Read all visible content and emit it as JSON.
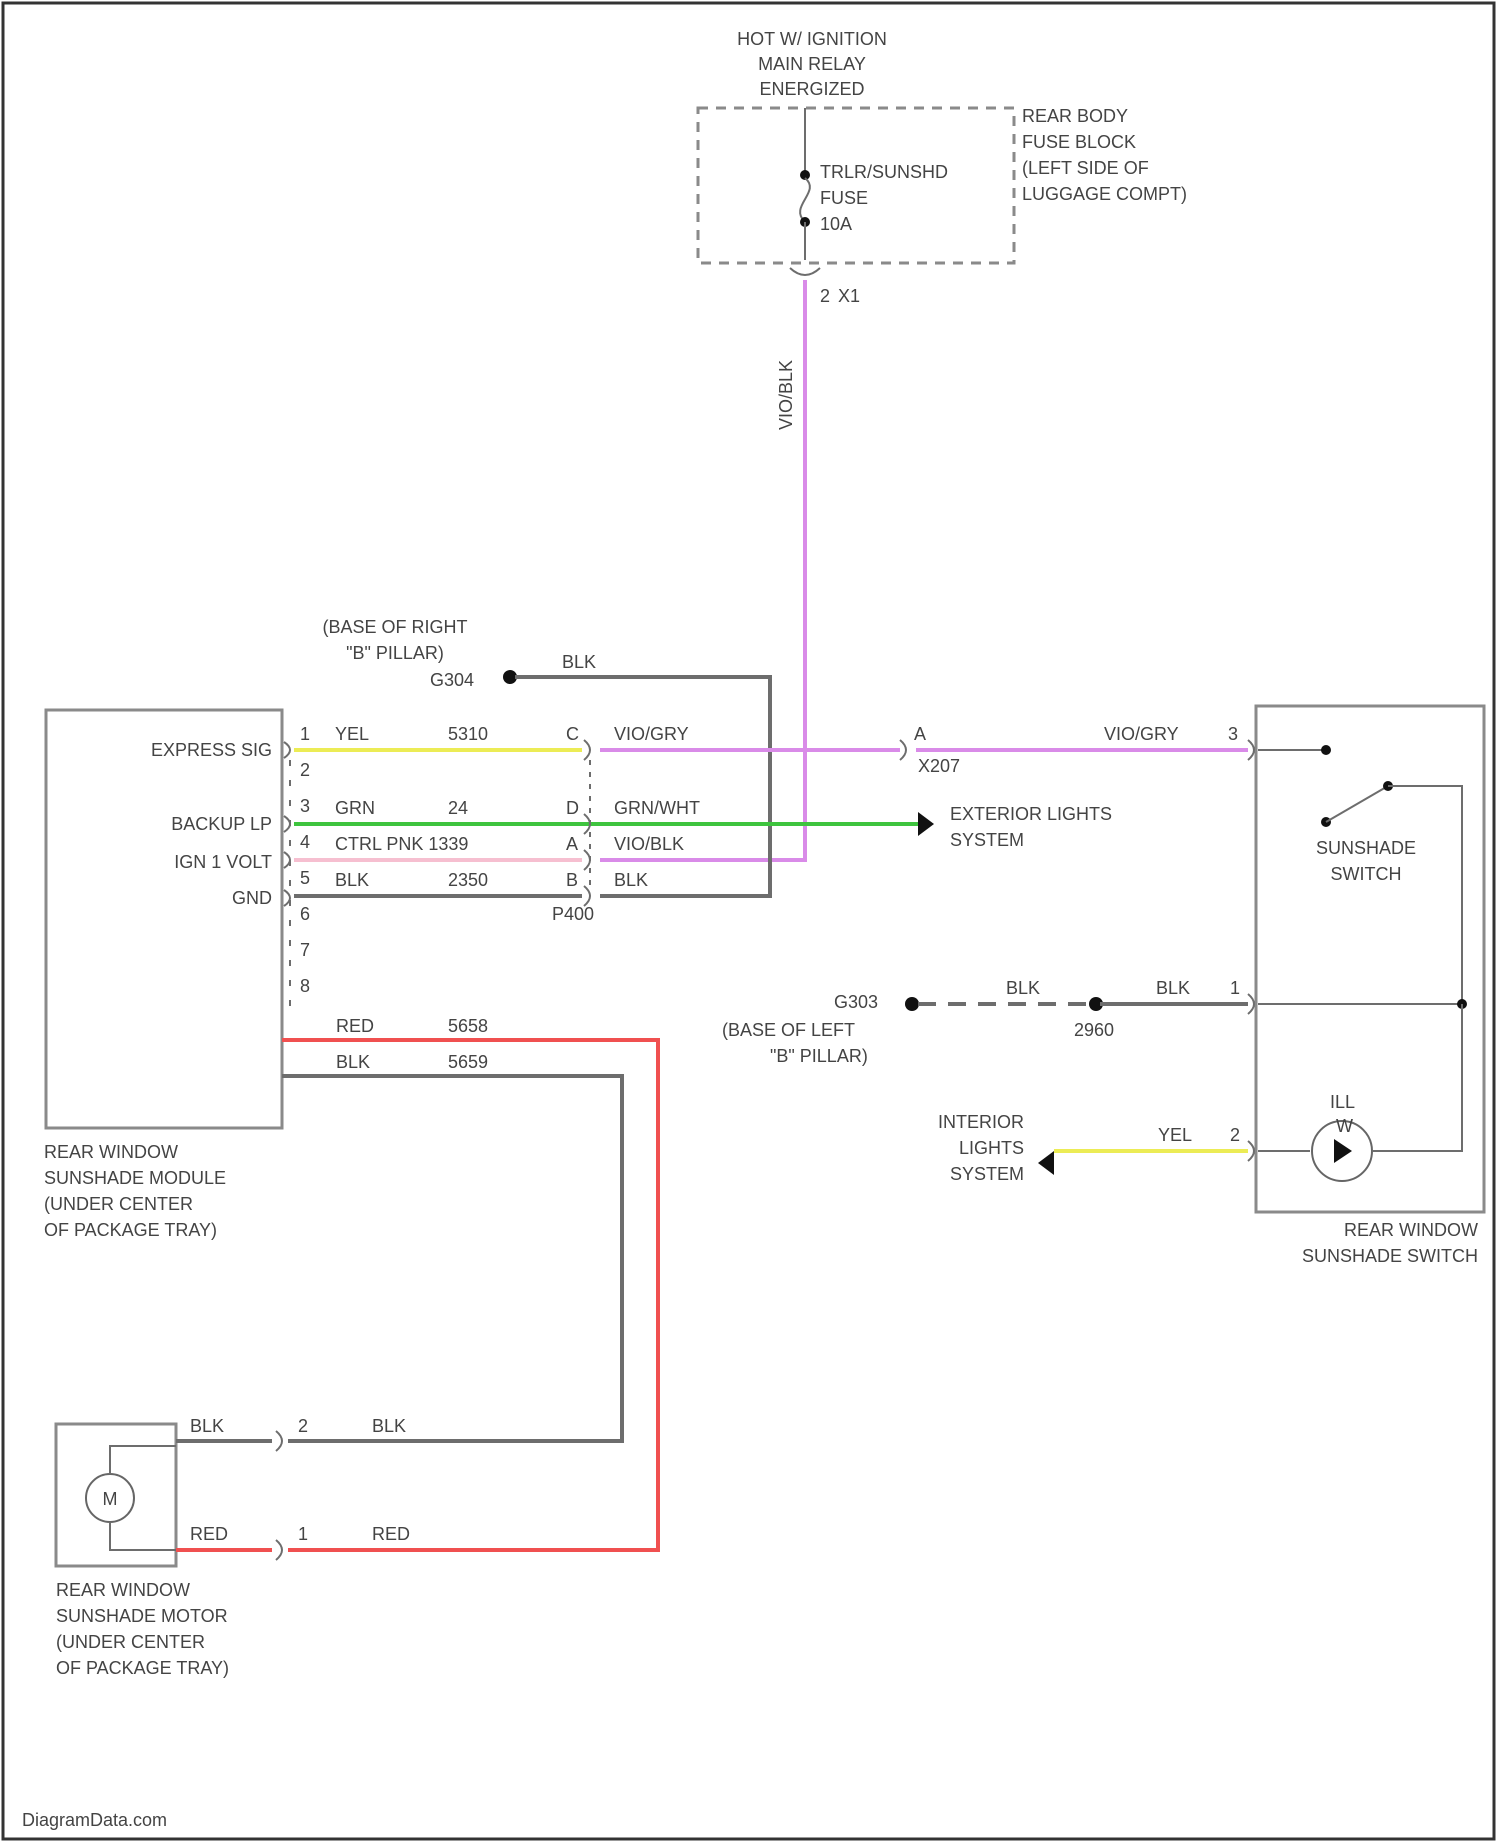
{
  "ignition": {
    "lines": [
      "HOT W/ IGNITION",
      "MAIN RELAY",
      "ENERGIZED"
    ]
  },
  "rear_body_fuse_block": {
    "lines": [
      "REAR BODY",
      "FUSE BLOCK",
      "(LEFT SIDE OF",
      "LUGGAGE COMPT)"
    ],
    "fuse_lines": [
      "TRLR/SUNSHD",
      "FUSE",
      "10A"
    ],
    "terminal": "2",
    "connector": "X1"
  },
  "module": {
    "pins": [
      {
        "label": "EXPRESS SIG",
        "num": "1"
      },
      {
        "label": "",
        "num": "2"
      },
      {
        "label": "BACKUP LP",
        "num": "3"
      },
      {
        "label": "IGN 1 VOLT",
        "num": "4"
      },
      {
        "label": "GND",
        "num": "5"
      },
      {
        "label": "",
        "num": "6"
      },
      {
        "label": "",
        "num": "7"
      },
      {
        "label": "",
        "num": "8"
      }
    ],
    "caption": [
      "REAR WINDOW",
      "SUNSHADE MODULE",
      "(UNDER CENTER",
      "OF PACKAGE TRAY)"
    ]
  },
  "ground_right": {
    "lines": [
      "(BASE OF RIGHT",
      "\"B\" PILLAR)"
    ],
    "id": "G304",
    "wire": "BLK"
  },
  "circuits": [
    {
      "color": "YEL",
      "circuit": "5310",
      "pin": "C",
      "far_color": "VIO/GRY"
    },
    {
      "color": "GRN",
      "circuit": "24",
      "pin": "D",
      "far_color": "GRN/WHT"
    },
    {
      "color": "CTRL PNK 1339",
      "circuit": "",
      "pin": "A",
      "far_color": "VIO/BLK"
    },
    {
      "color": "BLK",
      "circuit": "2350",
      "pin": "B",
      "far_color": "BLK"
    }
  ],
  "connector_p400": "P400",
  "wire_vio_blk": "VIO/BLK",
  "inline_connector": {
    "pin": "A",
    "id": "X207"
  },
  "switch_feed": {
    "color": "VIO/GRY",
    "pin": "3"
  },
  "exterior_lights_1": [
    "EXTERIOR LIGHTS",
    "SYSTEM"
  ],
  "sunshade_switch_label": [
    "SUNSHADE",
    "SWITCH"
  ],
  "ground_left": {
    "id": "G303",
    "lines": [
      "(BASE OF LEFT",
      "\"B\" PILLAR)"
    ],
    "wire_left": "BLK",
    "splice": "2960",
    "wire_right": "BLK",
    "pin": "1"
  },
  "exterior_lights_2": {
    "lines": [
      "INTERIOR",
      "LIGHTS",
      "SYSTEM"
    ],
    "wire": "YEL",
    "pin": "2"
  },
  "lamp_label": [
    "ILL",
    "W"
  ],
  "switch_caption": [
    "REAR WINDOW",
    "SUNSHADE SWITCH"
  ],
  "motor_feeds": [
    {
      "color": "RED",
      "circuit": "5658"
    },
    {
      "color": "BLK",
      "circuit": "5659"
    }
  ],
  "motor": {
    "symbol": "M",
    "pins": [
      {
        "left": "BLK",
        "num": "2",
        "right": "BLK"
      },
      {
        "left": "RED",
        "num": "1",
        "right": "RED"
      }
    ],
    "caption": [
      "REAR WINDOW",
      "SUNSHADE MOTOR",
      "(UNDER CENTER",
      "OF PACKAGE TRAY)"
    ]
  },
  "footer": "DiagramData.com",
  "colors": {
    "violet": "#d98be8",
    "yellow": "#ecec55",
    "green": "#3ec43e",
    "pink": "#f6bfd0",
    "red": "#f05050",
    "gray": "#6d6d6d"
  }
}
